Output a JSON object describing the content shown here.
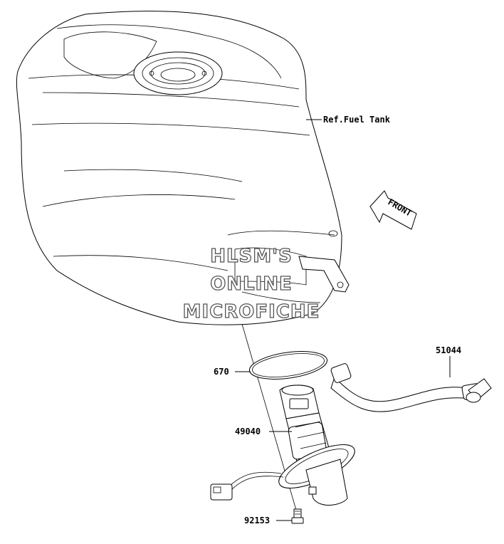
{
  "labels": {
    "ref_fuel_tank": "Ref.Fuel Tank",
    "front": "FRONT",
    "part_670": "670",
    "part_49040": "49040",
    "part_51044": "51044",
    "part_92153": "92153"
  },
  "watermark": {
    "line1": "HLSM'S",
    "line2": "ONLINE",
    "line3": "MICROFICHE"
  }
}
